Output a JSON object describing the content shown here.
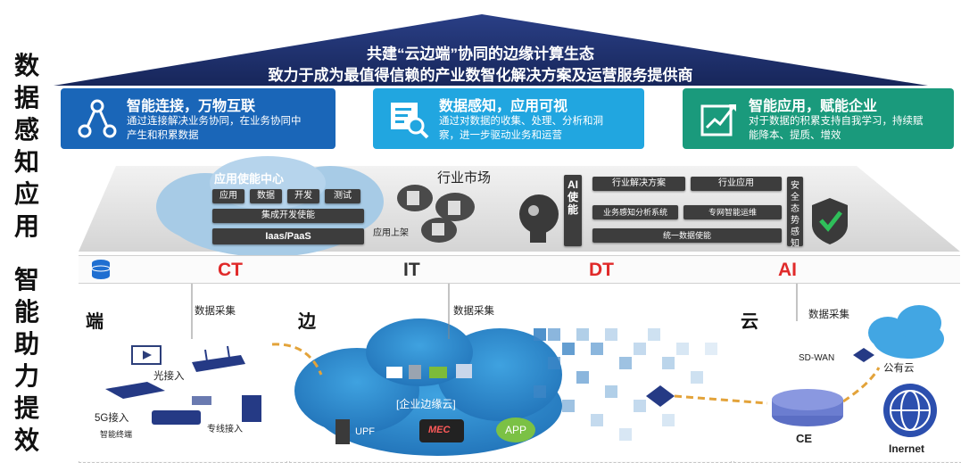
{
  "left_labels": {
    "top": "数据感知应用",
    "bottom": "智能助力提效"
  },
  "roof": {
    "line1": "共建“云边端”协同的边缘计算生态",
    "line2": "致力于成为最值得信赖的产业数智化解决方案及运营服务提供商"
  },
  "cards": [
    {
      "title": "智能连接，万物互联",
      "desc": "通过连接解决业务协同，在业务协同中产生和积累数据",
      "color": "#1a66b8"
    },
    {
      "title": "数据感知，应用可视",
      "desc": "通过对数据的收集、处理、分析和洞察，进一步驱动业务和运营",
      "color": "#21a6e0"
    },
    {
      "title": "智能应用，赋能企业",
      "desc": "对于数据的积累支持自我学习，持续赋能降本、提质、增效",
      "color": "#1a9a7c"
    }
  ],
  "platform": {
    "enable_center": "应用使能中心",
    "pills": [
      "应用",
      "数据",
      "开发",
      "测试"
    ],
    "integrate": "集成开发使能",
    "iaas": "Iaas/PaaS",
    "market": "行业市场",
    "upload": "应用上架",
    "ai_enable": "AI使能",
    "industry_solution": "行业解决方案",
    "industry_app": "行业应用",
    "perception": "业务感知分析系统",
    "ops": "专网智能运维",
    "unified_data": "统一数据使能",
    "security": "安全态势感知"
  },
  "tech_tags": [
    {
      "label": "CT",
      "color": "#e02a2a"
    },
    {
      "label": "IT",
      "color": "#333333"
    },
    {
      "label": "DT",
      "color": "#e02a2a"
    },
    {
      "label": "AI",
      "color": "#e02a2a"
    }
  ],
  "panels": {
    "end": {
      "title": "端",
      "collect": "数据采集",
      "optical": "光接入",
      "fiveg": "5G接入",
      "terminal": "智能终端",
      "dedicated": "专线接入"
    },
    "edge": {
      "title": "边",
      "collect": "数据采集",
      "edge_cloud": "[企业边缘云]",
      "upf": "UPF",
      "mec": "MEC",
      "app": "APP"
    },
    "cloud": {
      "title": "云",
      "collect": "数据采集",
      "sdwan": "SD-WAN",
      "public_cloud": "公有云",
      "ce": "CE",
      "internet": "Inernet"
    }
  },
  "colors": {
    "roof": "#1d2f6b",
    "cloud": "#2f86c6",
    "platform_bg": "#e3e3e3"
  }
}
